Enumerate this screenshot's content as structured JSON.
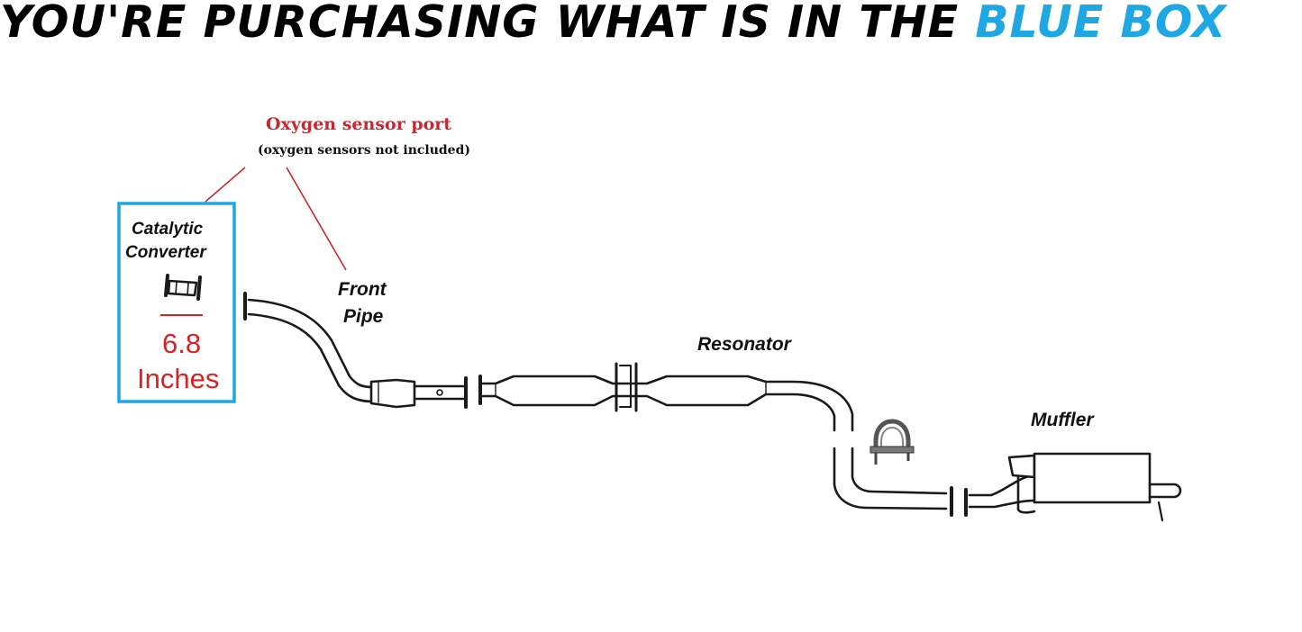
{
  "headline": {
    "text_main": "YOU'RE PURCHASING WHAT IS IN THE ",
    "text_highlight": "BLUE BOX"
  },
  "labels": {
    "oxygen_sensor_port": "Oxygen sensor port",
    "oxygen_sensor_note": "(oxygen sensors not included)",
    "catalytic_line1": "Catalytic",
    "catalytic_line2": "Converter",
    "front_line1": "Front",
    "front_line2": "Pipe",
    "resonator": "Resonator",
    "muffler": "Muffler"
  },
  "measurement": {
    "value": "6.8",
    "unit": "Inches"
  },
  "colors": {
    "highlight_blue": "#1ea7e3",
    "annotation_red": "#c8282e",
    "measurement_red": "#d42424"
  },
  "icons": {
    "catalytic_converter": "catalytic-converter-icon",
    "clamp": "u-bolt-clamp-icon"
  }
}
